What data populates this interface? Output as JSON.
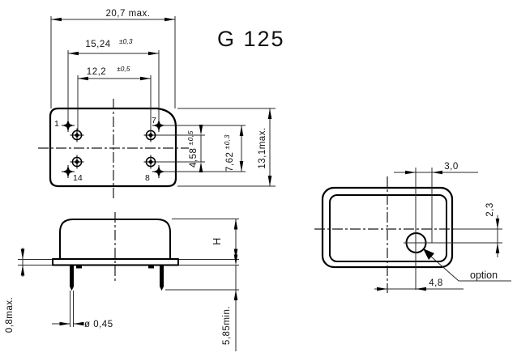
{
  "title": "G 125",
  "top_view": {
    "overall_width": "20,7 max.",
    "pin_span": "15,24",
    "pin_span_tol": "±0,3",
    "inner_span": "12,2",
    "inner_span_tol": "±0,5",
    "inner_row": "4,58",
    "inner_row_tol": "±0,5",
    "row_pitch": "7,62",
    "row_pitch_tol": "±0,3",
    "overall_depth": "13,1max.",
    "pin_labels": {
      "p1": "1",
      "p7": "7",
      "p14": "14",
      "p8": "8"
    }
  },
  "side_view": {
    "height": "H",
    "standoff": "0,8max.",
    "pin_dia": "ø 0,45",
    "pin_length": "5,85min."
  },
  "bottom_view": {
    "hole_dia": "3,0",
    "hole_offset_y": "2,3",
    "hole_offset_x": "4,8",
    "option": "option"
  },
  "colors": {
    "line": "#000000",
    "background": "#ffffff"
  }
}
